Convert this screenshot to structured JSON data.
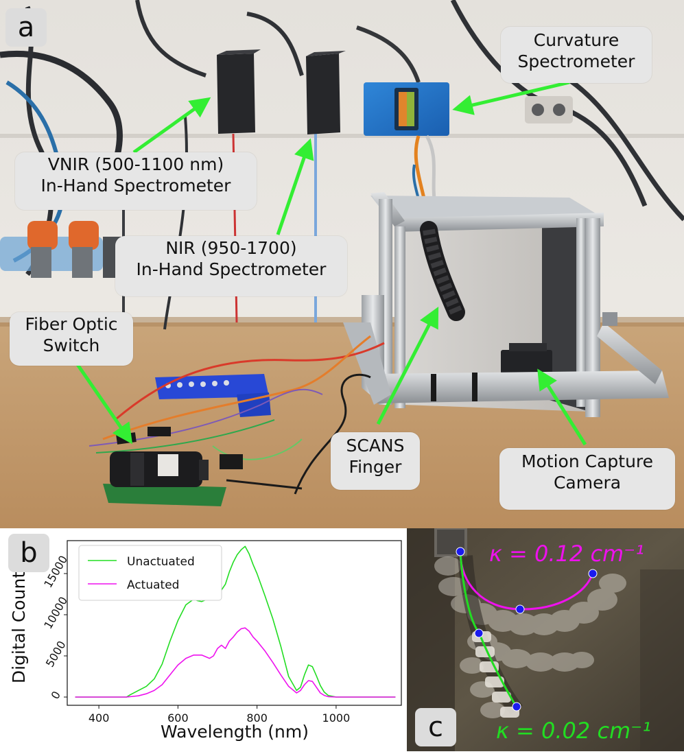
{
  "panels": {
    "a": "a",
    "b": "b",
    "c": "c"
  },
  "callouts": {
    "curvature_spectrometer": [
      "Curvature",
      "Spectrometer"
    ],
    "vnir": [
      "VNIR (500-1100 nm)",
      "In-Hand Spectrometer"
    ],
    "nir": [
      "NIR (950-1700)",
      "In-Hand Spectrometer"
    ],
    "fiber_optic_switch": [
      "Fiber Optic",
      "Switch"
    ],
    "scans_finger": [
      "SCANS",
      "Finger"
    ],
    "motion_capture": [
      "Motion Capture",
      "Camera"
    ]
  },
  "colors": {
    "arrow": "#33ee33",
    "unactuated": "#22dd22",
    "actuated": "#ee11ee",
    "marker": "#1a1aee"
  },
  "curvature_labels": {
    "actuated": "κ = 0.12 cm⁻¹",
    "unactuated": "κ = 0.02 cm⁻¹"
  },
  "chart_data": {
    "type": "line",
    "xlabel": "Wavelength (nm)",
    "ylabel": "Digital Counts",
    "xlim": [
      320,
      1165
    ],
    "ylim": [
      -1000,
      19000
    ],
    "xticks": [
      400,
      600,
      800,
      1000
    ],
    "yticks": [
      0,
      5000,
      10000,
      15000
    ],
    "legend_position": "top-left",
    "series": [
      {
        "name": "Unactuated",
        "color": "#22dd22",
        "x": [
          340,
          470,
          480,
          500,
          520,
          540,
          560,
          580,
          600,
          620,
          640,
          650,
          660,
          670,
          680,
          690,
          700,
          710,
          720,
          730,
          740,
          750,
          760,
          770,
          780,
          790,
          800,
          820,
          840,
          860,
          880,
          900,
          910,
          920,
          930,
          940,
          950,
          960,
          970,
          980,
          1000,
          1150
        ],
        "y": [
          0,
          0,
          300,
          800,
          1300,
          2200,
          4000,
          6800,
          9300,
          11200,
          11900,
          11700,
          11600,
          11800,
          12000,
          12900,
          13500,
          13000,
          13700,
          15200,
          16400,
          17300,
          17900,
          18300,
          17400,
          16100,
          15000,
          12300,
          9500,
          6200,
          2500,
          800,
          1200,
          2700,
          3900,
          3700,
          2600,
          1400,
          600,
          200,
          0,
          0
        ]
      },
      {
        "name": "Actuated",
        "color": "#ee11ee",
        "x": [
          340,
          470,
          500,
          520,
          540,
          560,
          580,
          600,
          620,
          640,
          660,
          680,
          690,
          700,
          710,
          720,
          730,
          740,
          750,
          760,
          770,
          780,
          790,
          800,
          820,
          840,
          860,
          880,
          900,
          910,
          920,
          930,
          940,
          950,
          960,
          970,
          980,
          1000,
          1150
        ],
        "y": [
          0,
          0,
          150,
          400,
          800,
          1500,
          2700,
          3900,
          4700,
          5100,
          5100,
          4700,
          5000,
          5900,
          6300,
          5900,
          6800,
          7300,
          7900,
          8300,
          8400,
          8000,
          7300,
          6800,
          5600,
          4200,
          2700,
          1300,
          500,
          800,
          1500,
          2000,
          1900,
          1200,
          500,
          200,
          50,
          0,
          0
        ]
      }
    ]
  }
}
